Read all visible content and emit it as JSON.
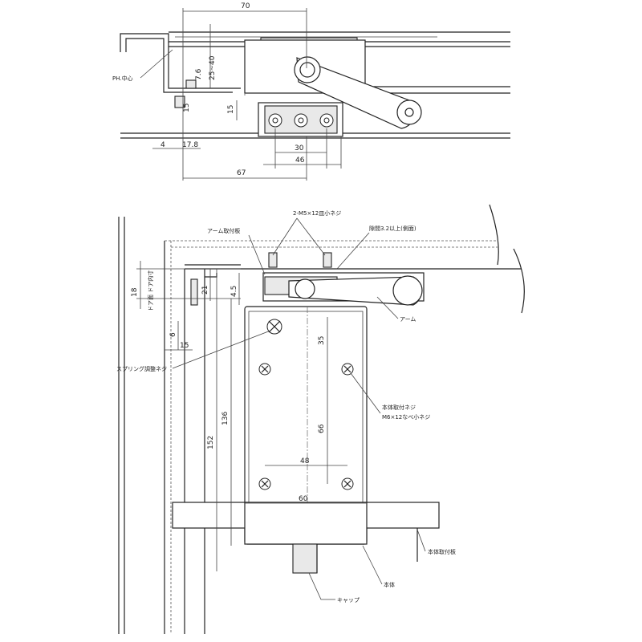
{
  "top_view": {
    "dims": {
      "width_70": "70",
      "v_76": "7.6",
      "v_2540": "25~40",
      "v_15a": "15",
      "v_15b": "15",
      "h_30": "30",
      "h_46": "46",
      "h_67": "67",
      "h_4": "4",
      "h_178": "17.8"
    },
    "labels": {
      "ph_center": "PH.中心"
    }
  },
  "front_view": {
    "dims": {
      "v_18": "18",
      "v_152": "152",
      "v_136": "136",
      "v_21": "21",
      "v_45": "4.5",
      "v_35": "35",
      "v_66": "66",
      "h_48": "48",
      "h_60": "60",
      "h_15": "15",
      "v_6": "6"
    },
    "labels": {
      "m5_screws": "2-M5×12皿小ネジ",
      "arm_plate": "アーム取付板",
      "clearance": "隙間3.2以上(側面)",
      "arm": "アーム",
      "spring_adjust": "スプリング調整ネジ",
      "body_screws_1": "本体取付ネジ",
      "body_screws_2": "M6×12なべ小ネジ",
      "body_plate": "本体取付板",
      "body": "本体",
      "cap": "キャップ",
      "side_note": "ドア面 ドア内寸"
    }
  }
}
